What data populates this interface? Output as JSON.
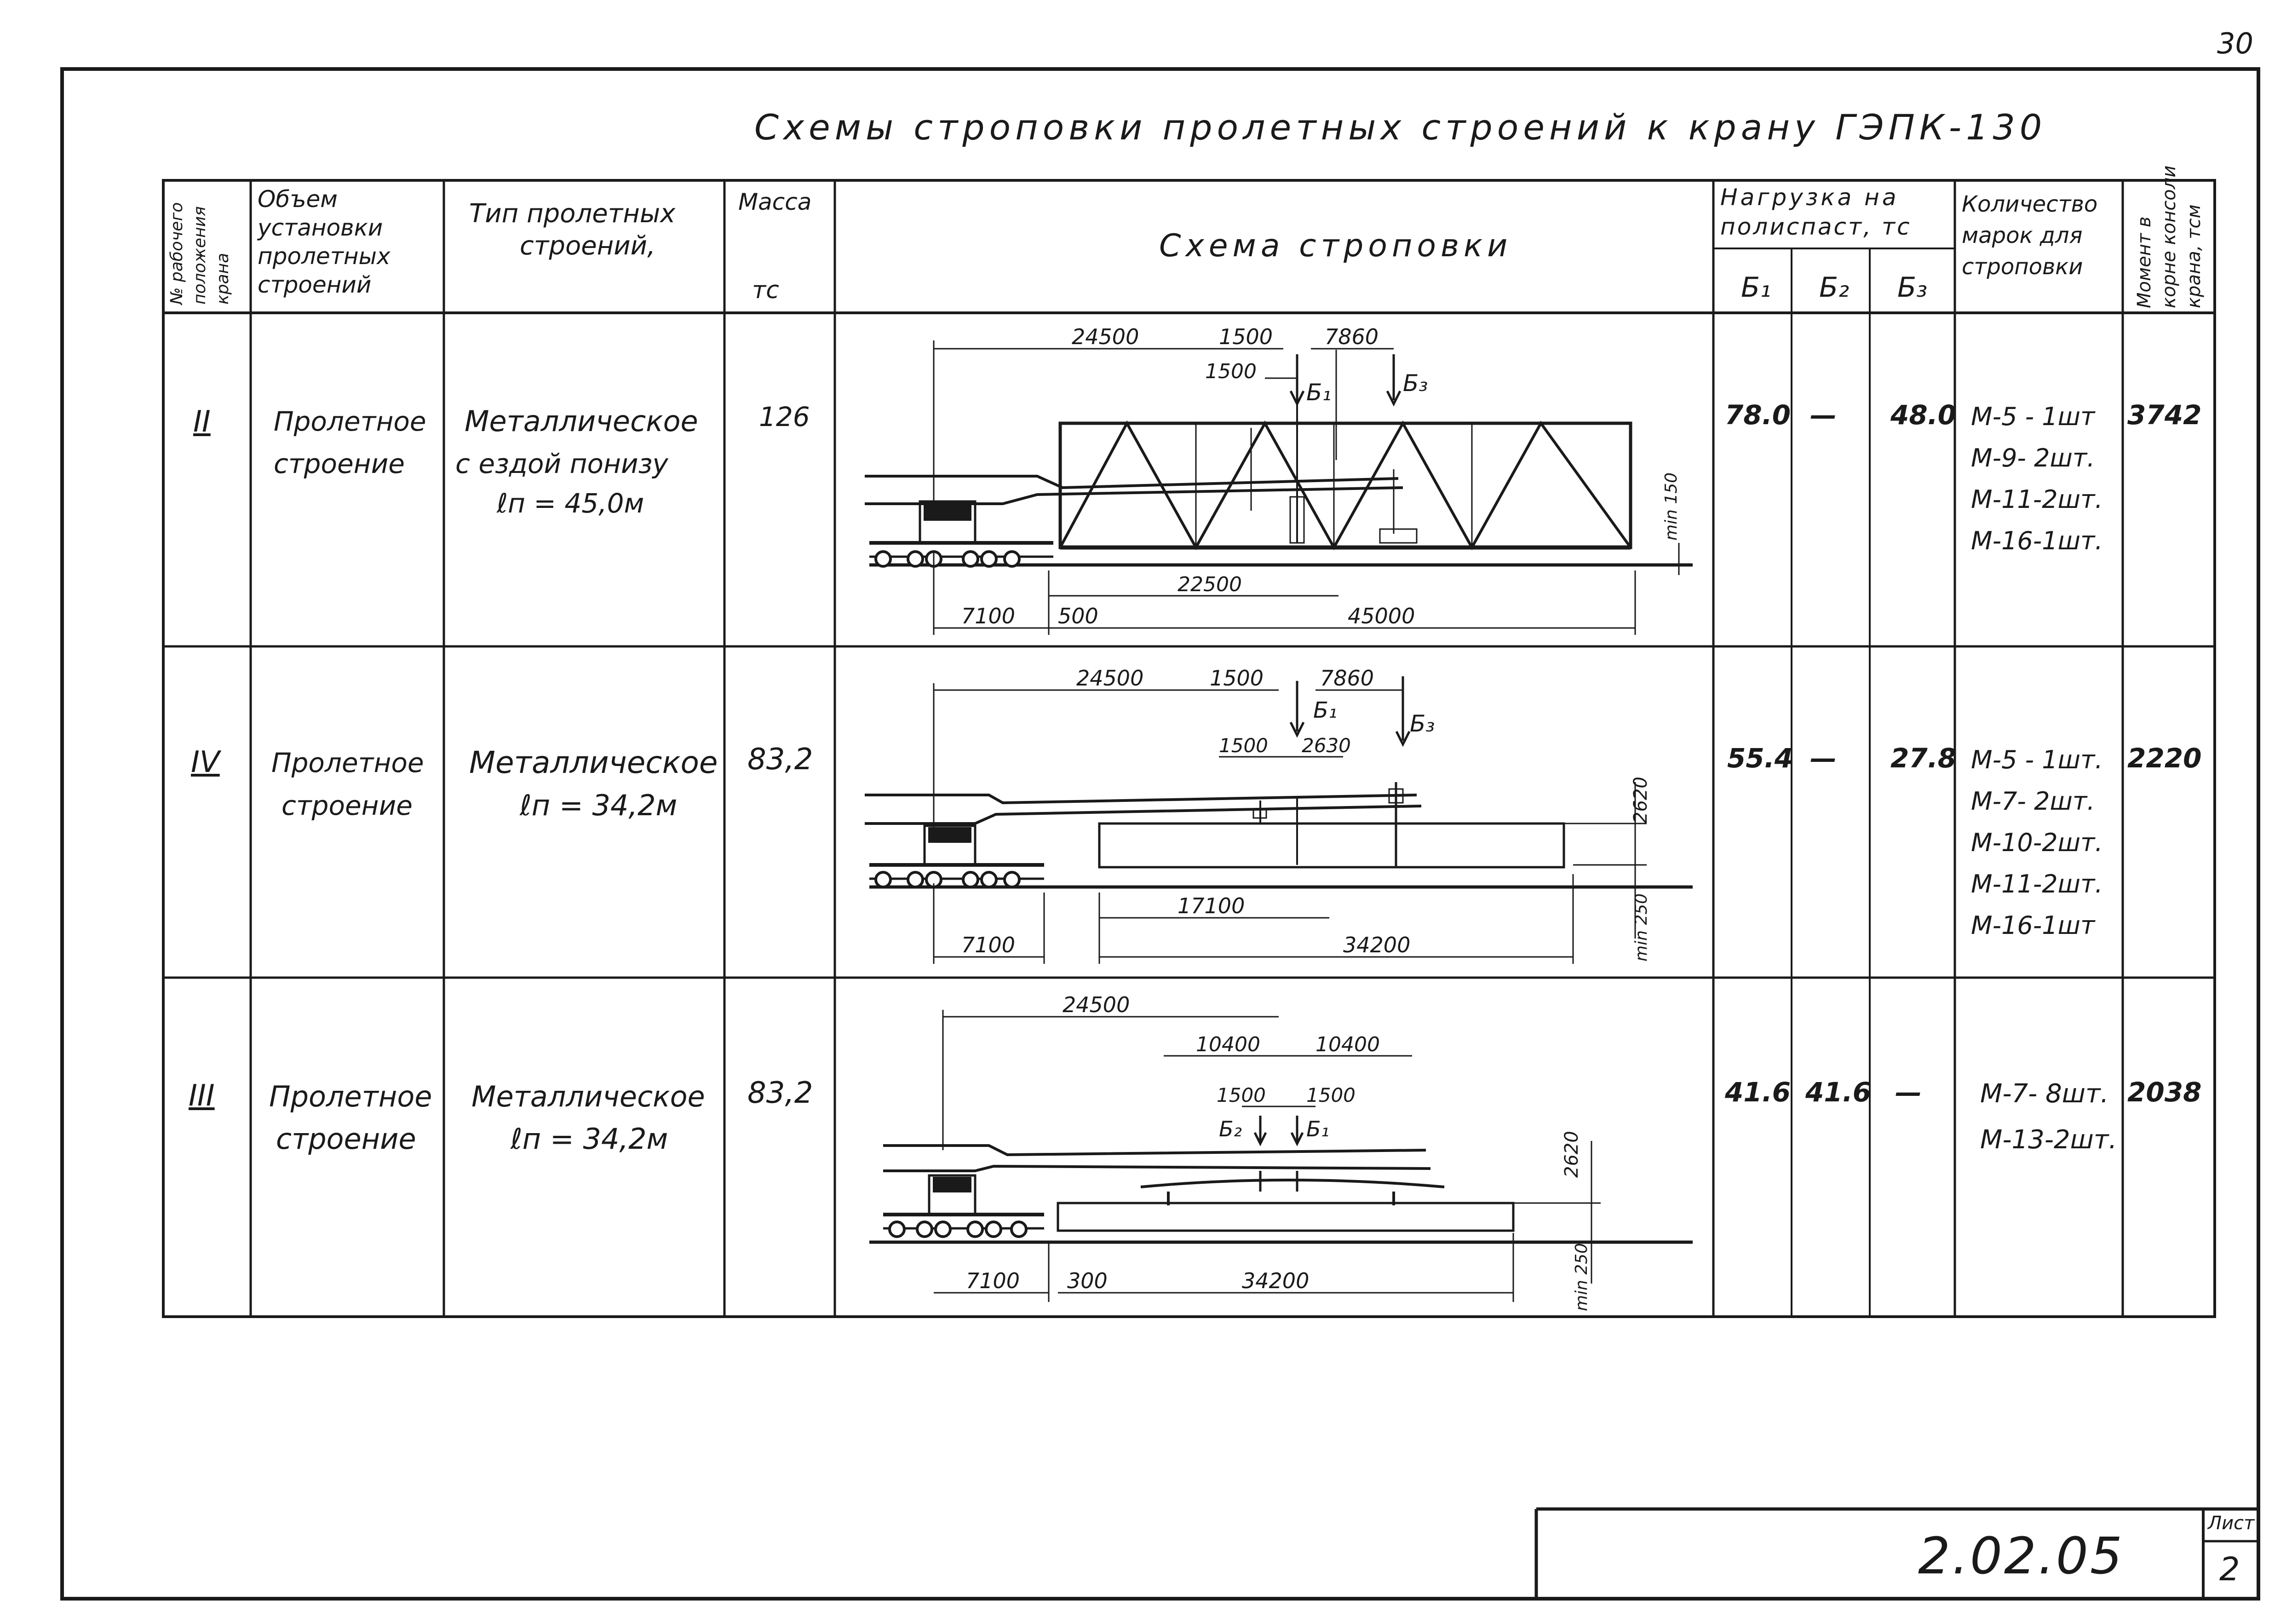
{
  "page_number": "30",
  "title": "Схемы строповки пролетных строений к крану ГЭПК-130",
  "table": {
    "headers": {
      "rank": "№ рабочего положения крана",
      "scope": [
        "Объем",
        "установки",
        "пролетных",
        "строений"
      ],
      "span_type": [
        "Тип пролетных",
        "строений,"
      ],
      "mass": [
        "Масса",
        "тс"
      ],
      "scheme": "Схема строповки",
      "load": [
        "Нагрузка на",
        "полиспаст, тс"
      ],
      "load_cols": [
        "Б₁",
        "Б₂",
        "Б₃"
      ],
      "marks": [
        "Количество",
        "марок для",
        "строповки"
      ],
      "moment": [
        "Момент в",
        "корне консоли",
        "крана, тсм"
      ]
    },
    "rows": [
      {
        "position": "II",
        "scope": [
          "Пролетное",
          "строение"
        ],
        "span_type": [
          "Металлическое",
          "с ездой понизу",
          "ℓп = 45,0м"
        ],
        "mass": "126",
        "b1": "78.0",
        "b2": "—",
        "b3": "48.0",
        "marks": [
          "М-5 - 1шт",
          "М-9- 2шт.",
          "М-11-2шт.",
          "М-16-1шт."
        ],
        "moment": "3742",
        "scheme": {
          "dims": {
            "d1": "24500",
            "d2": "1500",
            "d3": "7860",
            "d4": "1500",
            "d5": "22500",
            "d6": "7100",
            "d7": "500",
            "d8": "45000",
            "d9": "min 150"
          },
          "b1": "Б₁",
          "b3": "Б₃"
        }
      },
      {
        "position": "IV",
        "scope": [
          "Пролетное",
          "строение"
        ],
        "span_type": [
          "Металлическое",
          "ℓп = 34,2м"
        ],
        "mass": "83,2",
        "b1": "55.4",
        "b2": "—",
        "b3": "27.8",
        "marks": [
          "М-5 - 1шт.",
          "М-7- 2шт.",
          "М-10-2шт.",
          "М-11-2шт.",
          "М-16-1шт"
        ],
        "moment": "2220",
        "scheme": {
          "dims": {
            "d1": "24500",
            "d2": "1500",
            "d3": "7860",
            "d4": "1500",
            "d5": "2630",
            "d6": "2620",
            "d7": "17100",
            "d8": "7100",
            "d9": "34200",
            "d10": "min 250"
          },
          "b1": "Б₁",
          "b3": "Б₃"
        }
      },
      {
        "position": "III",
        "scope": [
          "Пролетное",
          "строение"
        ],
        "span_type": [
          "Металлическое",
          "ℓп = 34,2м"
        ],
        "mass": "83,2",
        "b1": "41.6",
        "b2": "41.6",
        "b3": "—",
        "marks": [
          "М-7- 8шт.",
          "М-13-2шт."
        ],
        "moment": "2038",
        "scheme": {
          "dims": {
            "d1": "24500",
            "d2": "10400",
            "d3": "10400",
            "d4": "1500",
            "d5": "1500",
            "d6": "2620",
            "d7": "7100",
            "d8": "300",
            "d9": "34200",
            "d10": "min 250"
          },
          "b2": "Б₂",
          "b1": "Б₁"
        }
      }
    ]
  },
  "stamp": {
    "code": "2.02.05",
    "sheet_label": "Лист",
    "sheet_number": "2"
  }
}
